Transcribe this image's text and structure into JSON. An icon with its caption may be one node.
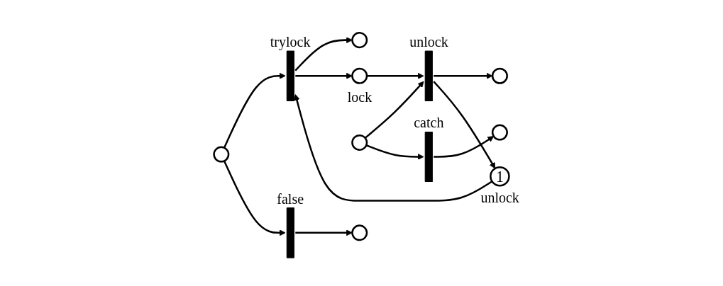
{
  "diagram": {
    "nodes": [
      {
        "text": [],
        "shape": "circle"
      },
      {
        "text": [],
        "shape": "bar",
        "beside": [
          "trylock"
        ]
      },
      {
        "text": [],
        "shape": "circle"
      },
      {
        "text": [],
        "shape": "circle",
        "beside": [
          "lock"
        ]
      },
      {
        "text": [],
        "shape": "circle"
      },
      {
        "text": [],
        "shape": "bar",
        "beside": [
          "unlock"
        ]
      },
      {
        "text": [],
        "shape": "circle"
      },
      {
        "text": [],
        "shape": "bar",
        "beside": [
          "catch"
        ]
      },
      {
        "text": [],
        "shape": "circle"
      },
      {
        "text": [
          "1"
        ],
        "beside": [
          "unlock"
        ]
      },
      {
        "text": [],
        "shape": "bar",
        "beside": [
          "false"
        ]
      },
      {
        "text": [],
        "shape": "circle"
      }
    ],
    "edges": [
      {
        "from": 0,
        "to": 1,
        "arrow": "to"
      },
      {
        "from": 1,
        "to": 2,
        "arrow": "to"
      },
      {
        "from": 1,
        "to": 3,
        "arrow": "to"
      },
      {
        "from": 3,
        "to": 5,
        "arrow": "to"
      },
      {
        "from": 4,
        "to": 5,
        "arrow": "to"
      },
      {
        "from": 5,
        "to": 6,
        "arrow": "to"
      },
      {
        "from": 4,
        "to": 7,
        "arrow": "to"
      },
      {
        "from": 7,
        "to": 8,
        "arrow": "to"
      },
      {
        "from": 5,
        "to": 9,
        "arrow": "to"
      },
      {
        "from": 9,
        "to": 1,
        "arrow": "to"
      },
      {
        "from": 0,
        "to": 10,
        "arrow": "to"
      },
      {
        "from": 10,
        "to": 11,
        "arrow": "to"
      }
    ]
  }
}
